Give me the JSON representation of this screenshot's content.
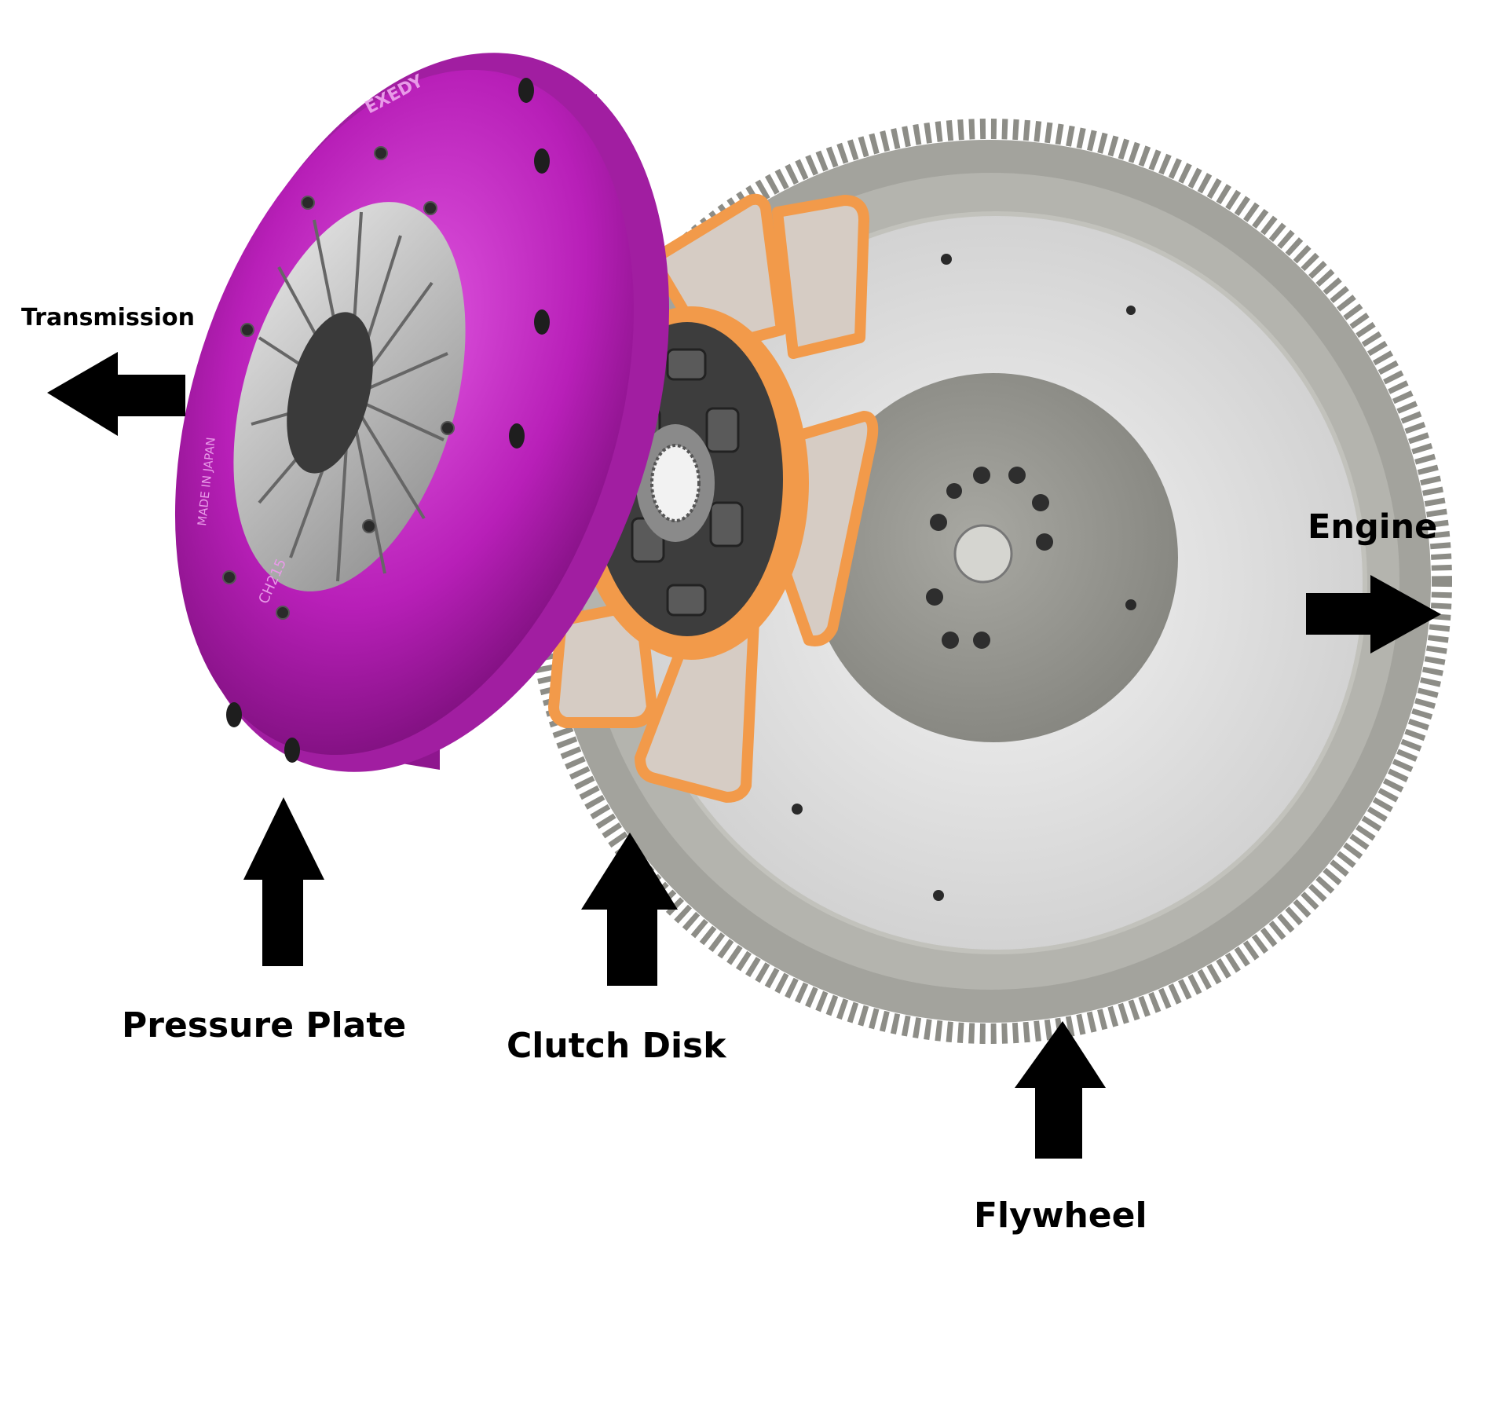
{
  "labels": {
    "transmission": "Transmission",
    "engine": "Engine",
    "pressure_plate": "Pressure Plate",
    "clutch_disk": "Clutch Disk",
    "flywheel": "Flywheel"
  },
  "stamps": {
    "brand": "EXEDY",
    "made_in": "MADE IN JAPAN",
    "part_code": "CH215"
  },
  "colors": {
    "pressure_plate": "#b81fb8",
    "pressure_plate_dark": "#7a0f7a",
    "friction_pad": "#d6ccc4",
    "disk_orange": "#f29a4a",
    "disk_hub": "#3d3d3d",
    "flywheel_gray": "#9a9a94",
    "flywheel_face": "#dcdcdc",
    "arrow": "#000000"
  }
}
